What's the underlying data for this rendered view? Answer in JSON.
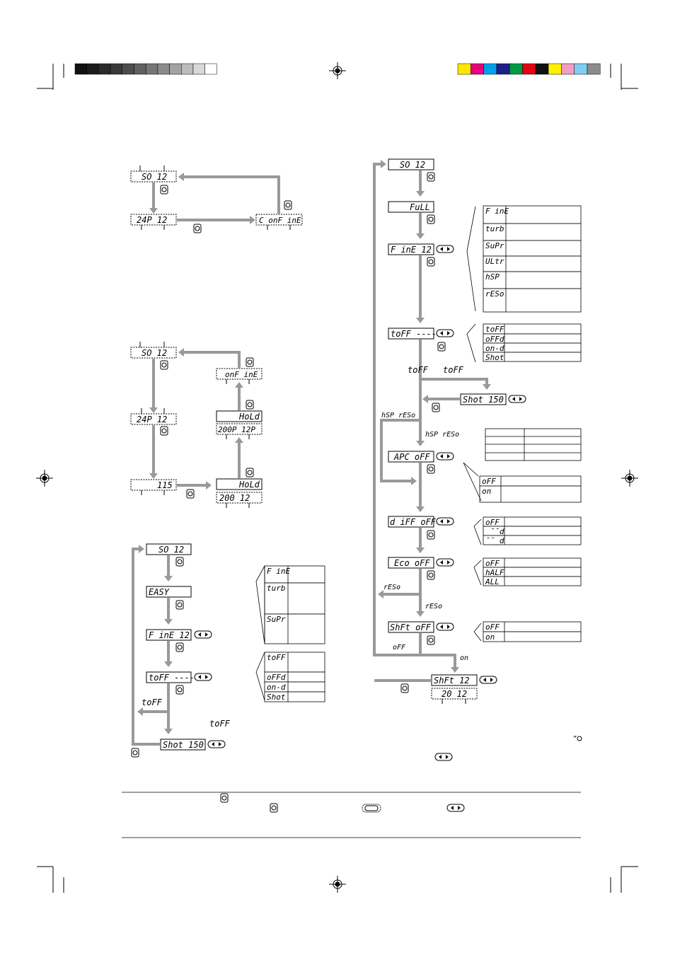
{
  "color_bars": {
    "gray": [
      "#111111",
      "#1c1c1c",
      "#2a2a2a",
      "#3a3a3a",
      "#4d4d4d",
      "#616161",
      "#767676",
      "#8b8b8b",
      "#a3a3a3",
      "#bdbdbd",
      "#d8d8d8",
      "#ffffff"
    ],
    "color": [
      "#ffe600",
      "#e6007e",
      "#00a0e9",
      "#1d2088",
      "#009944",
      "#e60012",
      "#111111",
      "#fff100",
      "#f19ec2",
      "#7ecef4",
      "#8c8c8c"
    ]
  },
  "diagram1": {
    "d_so": "SO   12",
    "d_24p": "24P  12",
    "d_confine": "C onF inE"
  },
  "diagram2": {
    "d_so": "SO   12",
    "d_24p": "24P  12",
    "d_115": "115",
    "d_confine": "onF inE",
    "d_hold1": "HoLd",
    "d_200p": "200P 12P",
    "d_hold2": "HoLd",
    "d_200": "200   12"
  },
  "diagram3": {
    "d_so": "SO   12",
    "d_easy": "EASY",
    "d_fine": "F inE  12",
    "d_toff": "toFF ----",
    "d_shot": "Shot  150",
    "lbl_toff_a": "toFF",
    "lbl_toff_b": "toFF",
    "t1": [
      "F inE",
      "turb",
      "SuPr"
    ],
    "t2": [
      "toFF",
      "oFFd",
      "on-d",
      "Shot"
    ]
  },
  "diagram4": {
    "d_so": "SO   12",
    "d_full": "FuLL",
    "d_fine": "F inE  12",
    "d_toff": "toFF ----",
    "d_shot": "Shot  150",
    "d_apc": "APC  oFF",
    "d_diff": "d iFF  oFF",
    "d_eco": "Eco  oFF",
    "d_shft": "ShFt  oFF",
    "d_shft2": "ShFt  12",
    "d_20": "20   12",
    "lbl_toff_a": "toFF",
    "lbl_toff_b": "toFF",
    "lbl_hsp_reso_a": "hSP rESo",
    "lbl_hsp_reso_b": "hSP rESo",
    "lbl_reso_a": "rESo",
    "lbl_reso_b": "rESo",
    "lbl_off": "oFF",
    "lbl_on": "on",
    "t_mode": [
      "F inE",
      "turb",
      "SuPr",
      "ULtr",
      "hSP",
      "rESo"
    ],
    "t_toff": [
      "toFF",
      "oFFd",
      "on-d",
      "Shot"
    ],
    "t_apc": [
      "oFF",
      "on"
    ],
    "t_diff": [
      "oFF",
      "_¯¯d",
      "¯¯_d"
    ],
    "t_eco": [
      "oFF",
      "hALF",
      "ALL"
    ],
    "t_shft": [
      "oFF",
      "on"
    ]
  }
}
